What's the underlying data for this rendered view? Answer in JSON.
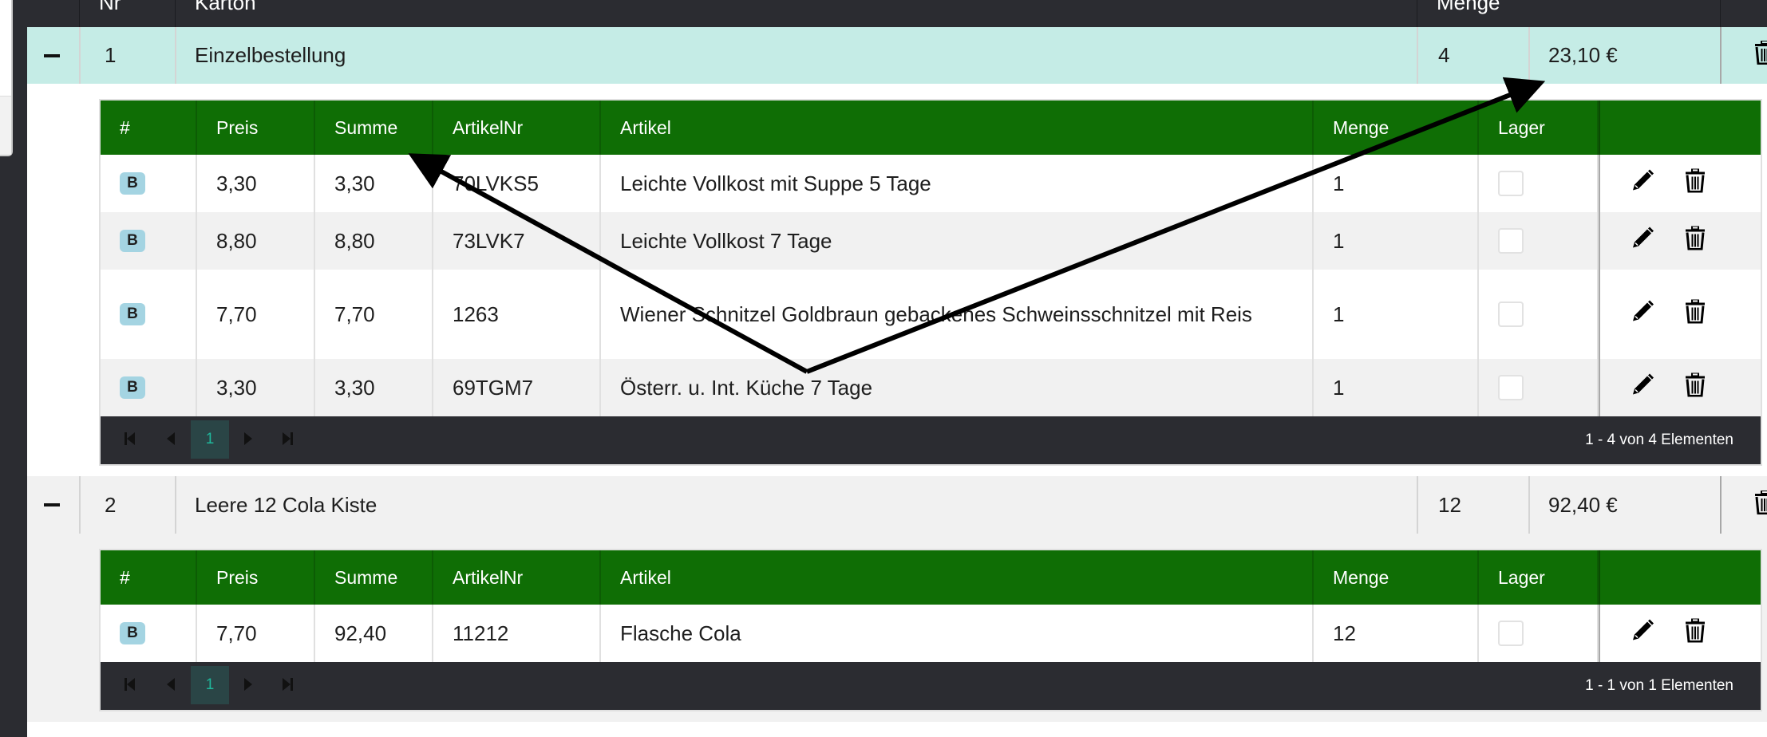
{
  "top_header": {
    "nr": "Nr",
    "karton": "Karton",
    "menge": "Menge"
  },
  "sub_headers": [
    "#",
    "Preis",
    "Summe",
    "ArtikelNr",
    "Artikel",
    "Menge",
    "Lager",
    ""
  ],
  "groups": [
    {
      "nr": "1",
      "karton": "Einzelbestellung",
      "menge": "4",
      "summe": "23,10 €",
      "highlighted": true,
      "items": [
        {
          "badge": "B",
          "preis": "3,30",
          "summe": "3,30",
          "artikelnr": "70LVKS5",
          "artikel": "Leichte Vollkost mit Suppe 5 Tage",
          "menge": "1",
          "lager": false
        },
        {
          "badge": "B",
          "preis": "8,80",
          "summe": "8,80",
          "artikelnr": "73LVK7",
          "artikel": "Leichte Vollkost 7 Tage",
          "menge": "1",
          "lager": false
        },
        {
          "badge": "B",
          "preis": "7,70",
          "summe": "7,70",
          "artikelnr": "1263",
          "artikel": "Wiener Schnitzel Goldbraun gebackenes Schweinsschnitzel mit Reis",
          "menge": "1",
          "lager": false
        },
        {
          "badge": "B",
          "preis": "3,30",
          "summe": "3,30",
          "artikelnr": "69TGM7",
          "artikel": "Österr. u. Int. Küche 7 Tage",
          "menge": "1",
          "lager": false
        }
      ],
      "pager": {
        "page": "1",
        "info": "1 - 4 von 4 Elementen"
      }
    },
    {
      "nr": "2",
      "karton": "Leere 12 Cola Kiste",
      "menge": "12",
      "summe": "92,40 €",
      "highlighted": false,
      "items": [
        {
          "badge": "B",
          "preis": "7,70",
          "summe": "92,40",
          "artikelnr": "11212",
          "artikel": "Flasche Cola",
          "menge": "12",
          "lager": false
        }
      ],
      "pager": {
        "page": "1",
        "info": "1 - 1 von 1 Elementen"
      }
    }
  ],
  "colors": {
    "header_green": "#0f6e05",
    "selected_row": "#c5ece6",
    "dark": "#2b2c31",
    "badge": "#a4d4e2",
    "pager_active": "#1fb89c"
  }
}
